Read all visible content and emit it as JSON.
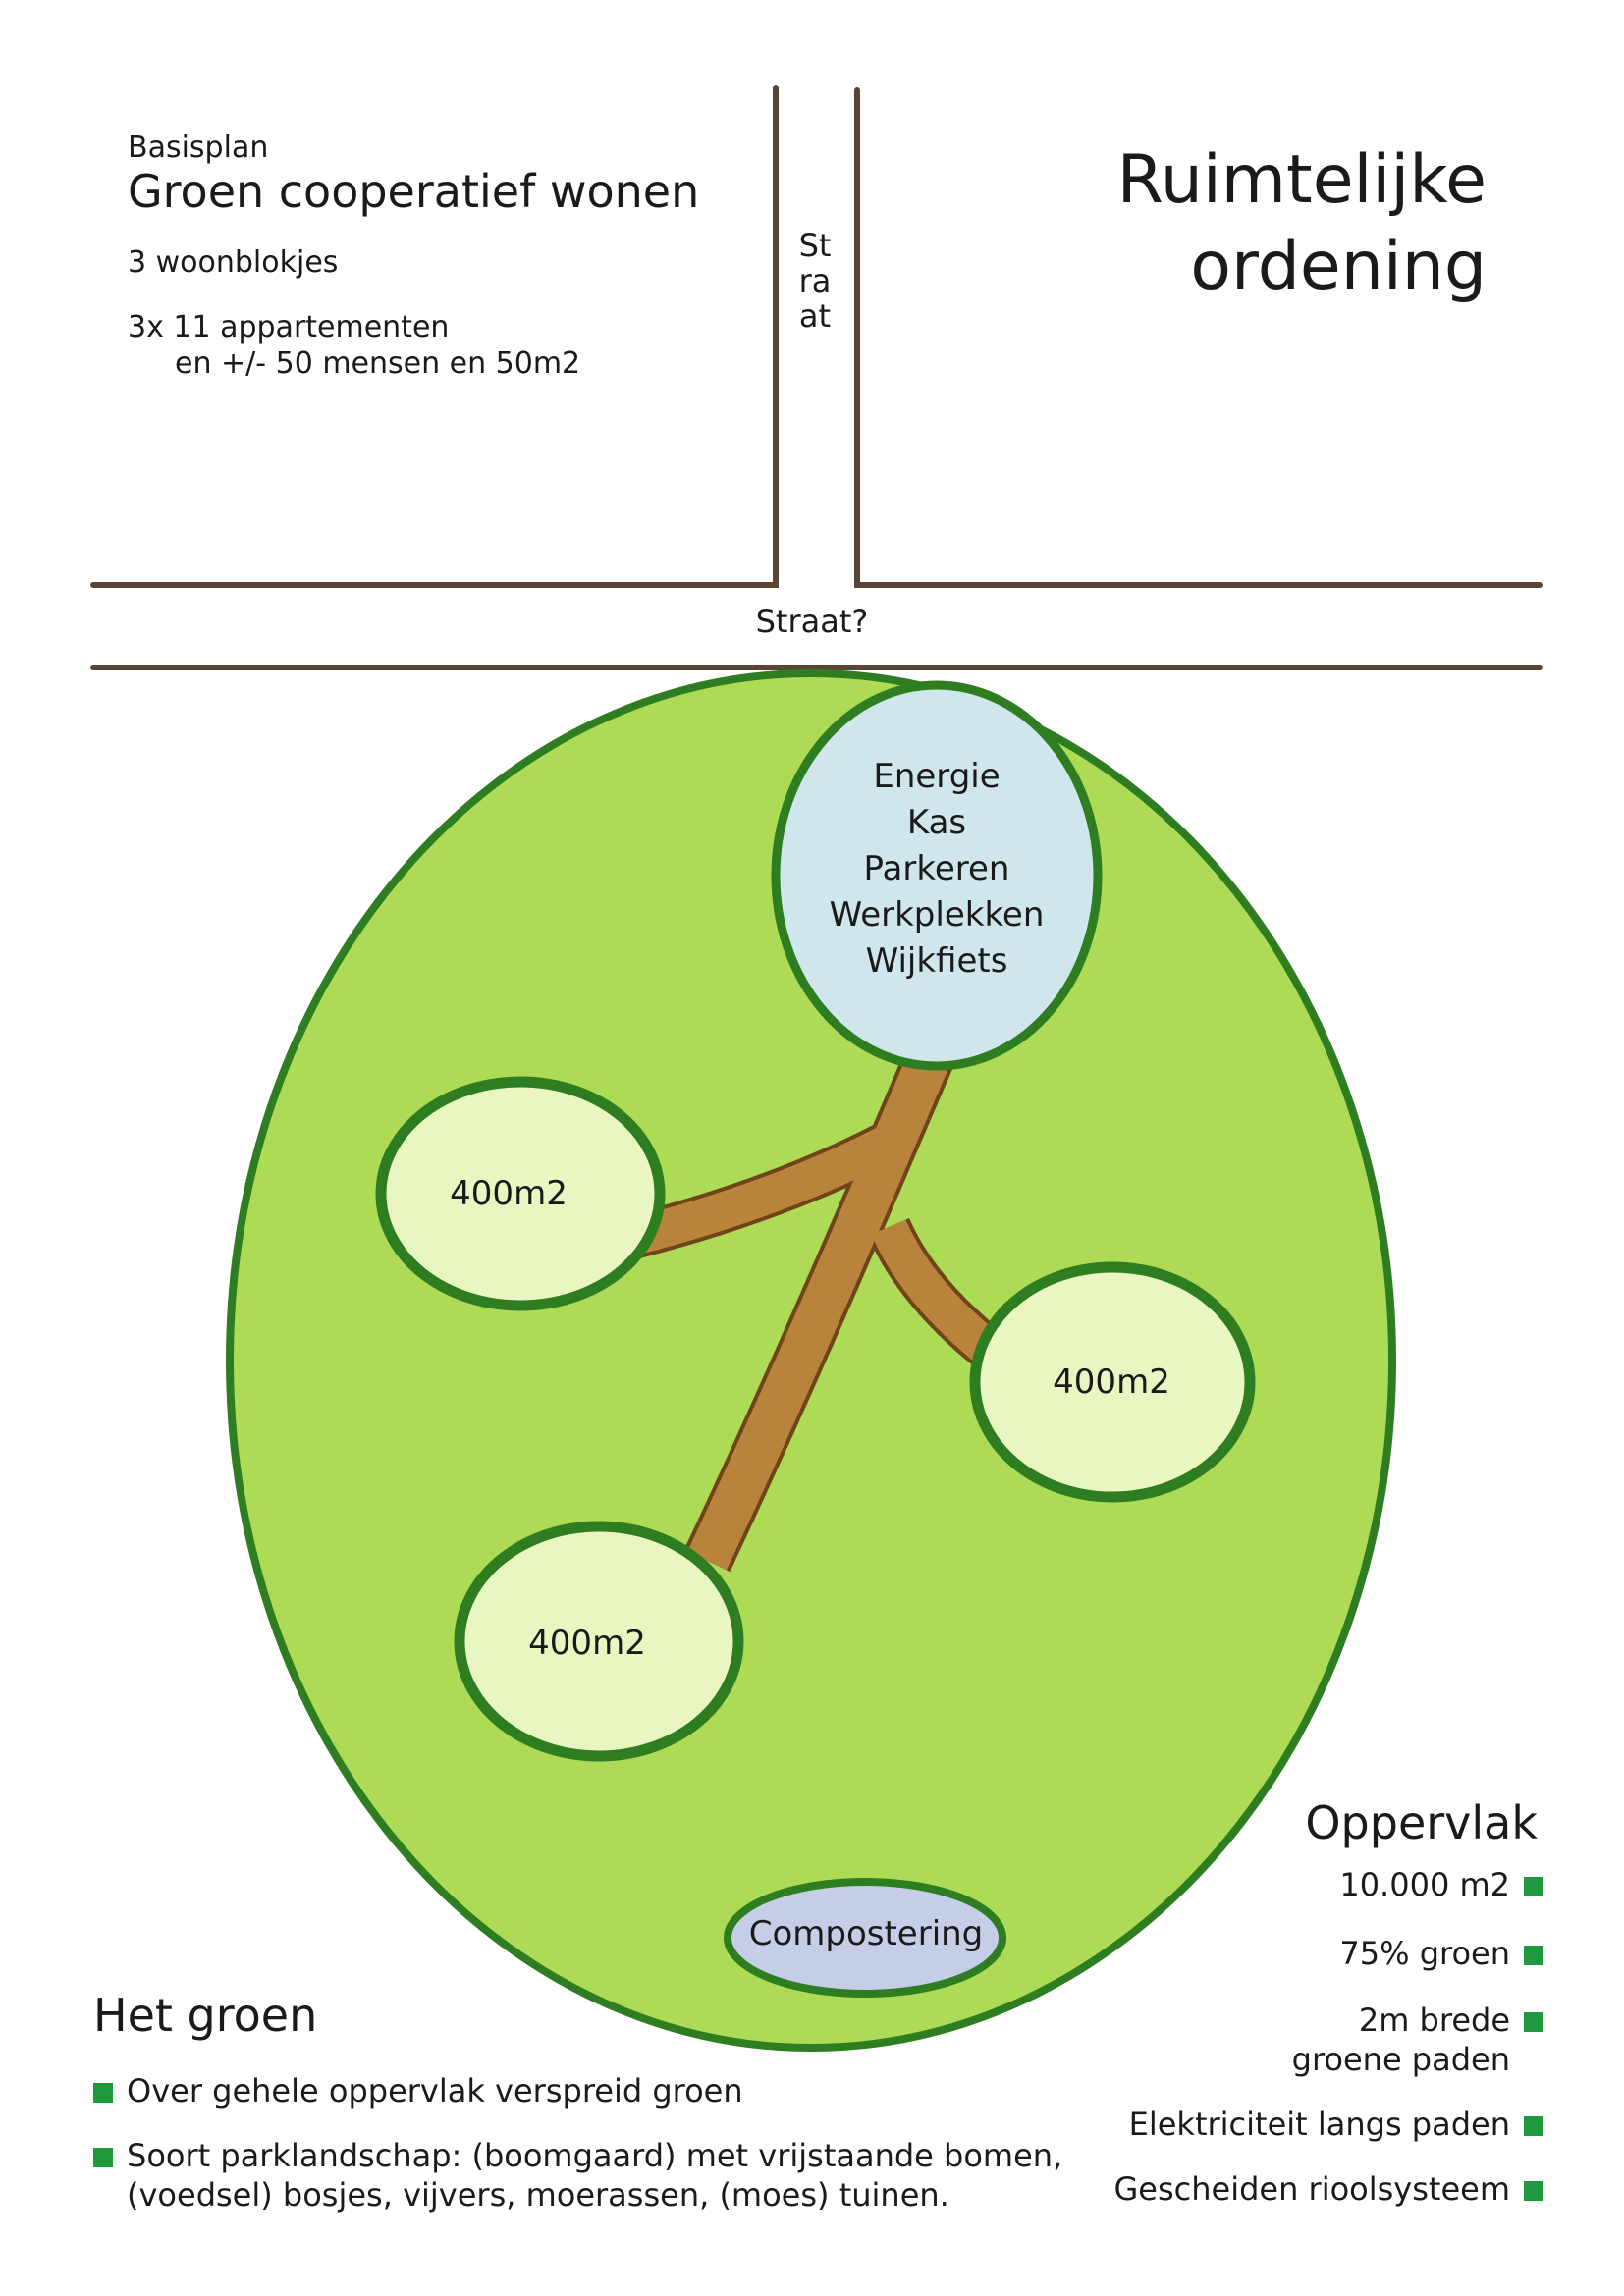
{
  "intro": {
    "label": "Basisplan",
    "title": "Groen cooperatief wonen",
    "line1": "3 woonblokjes",
    "line2": "3x 11 appartementen",
    "line3": "en +/- 50 mensen en 50m2"
  },
  "main_title": {
    "line1": "Ruimtelijke",
    "line2": "ordening"
  },
  "streets": {
    "vertical": "Straat",
    "horizontal": "Straat?"
  },
  "hub": {
    "items": [
      "Energie",
      "Kas",
      "Parkeren",
      "Werkplekken",
      "Wijkfiets"
    ]
  },
  "blocks": [
    {
      "label": "400m2"
    },
    {
      "label": "400m2"
    },
    {
      "label": "400m2"
    }
  ],
  "compost": {
    "label": "Compostering"
  },
  "groen": {
    "title": "Het groen",
    "items": [
      {
        "text": "Over gehele oppervlak verspreid groen"
      },
      {
        "line1": "Soort parklandschap: (boomgaard) met vrijstaande bomen,",
        "line2": "(voedsel) bosjes, vijvers, moerassen, (moes) tuinen."
      }
    ]
  },
  "oppervlak": {
    "title": "Oppervlak",
    "items": [
      {
        "line1": "10.000 m2"
      },
      {
        "line1": "75% groen"
      },
      {
        "line1": "2m brede",
        "line2": "groene paden"
      },
      {
        "line1": "Elektriciteit langs paden"
      },
      {
        "line1": "Gescheiden rioolsysteem"
      }
    ]
  },
  "colors": {
    "park_fill": "#addb56",
    "park_border": "#2e7d21",
    "hub_fill": "#cfe6ec",
    "block_fill": "#eaf6c2",
    "compost_fill": "#c6cde6",
    "path": "#b8843c",
    "path_edge": "#6e4418",
    "street_line": "#5a4535",
    "bullet": "#1e9a3e"
  }
}
